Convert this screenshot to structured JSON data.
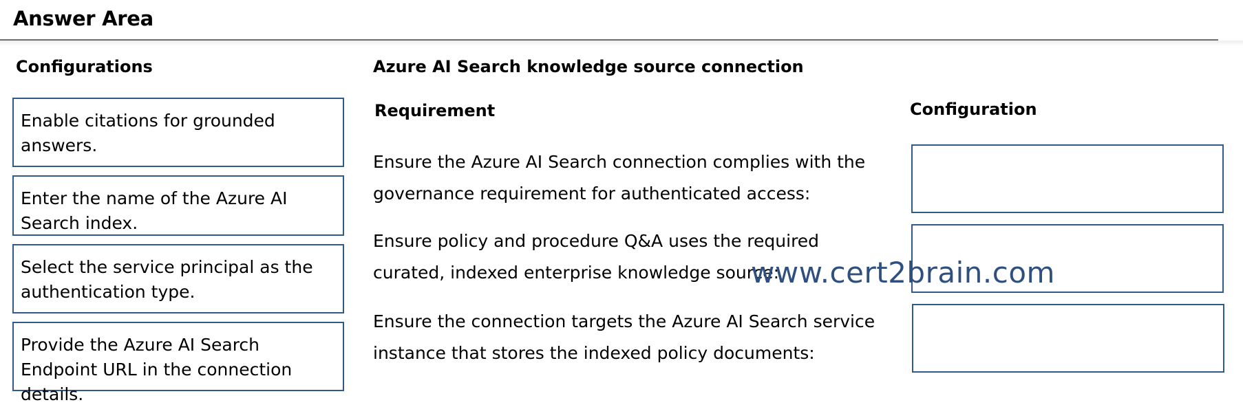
{
  "header": {
    "title": "Answer Area"
  },
  "configurations": {
    "heading": "Configurations",
    "options": [
      "Enable citations for grounded answers.",
      "Enter the name of the Azure AI Search index.",
      "Select the service principal as the authentication type.",
      "Provide the Azure AI Search Endpoint URL in the connection details."
    ]
  },
  "connection": {
    "heading": "Azure AI Search knowledge source connection",
    "requirement_heading": "Requirement",
    "configuration_heading": "Configuration",
    "requirements": [
      "Ensure the Azure AI Search connection complies with the governance requirement for authenticated access:",
      "Ensure policy and procedure Q&A uses the required curated, indexed enterprise knowledge source:",
      "Ensure the connection targets the Azure AI Search service instance that stores the indexed policy documents:"
    ]
  },
  "watermark": "www.cert2brain.com",
  "colors": {
    "box_border": "#2f5a8a",
    "watermark": "#2f4f7f"
  }
}
